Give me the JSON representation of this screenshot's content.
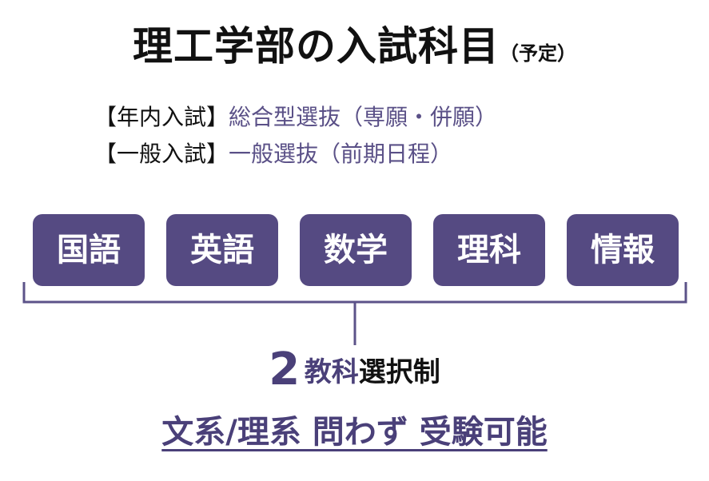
{
  "title": {
    "main": "理工学部の入試科目",
    "note": "（予定）"
  },
  "exams": [
    {
      "label": "【年内入試】",
      "value": "総合型選抜（専願・併願）"
    },
    {
      "label": "【一般入試】",
      "value": "一般選抜（前期日程）"
    }
  ],
  "subjects": [
    "国語",
    "英語",
    "数学",
    "理科",
    "情報"
  ],
  "choice": {
    "number": "2",
    "unit": "教科",
    "system": "選択制"
  },
  "tagline": "文系/理系 問わず 受験可能",
  "colors": {
    "accent": "#554a82",
    "accent_text": "#4a4079",
    "exam_value": "#5a5087",
    "bracket": "#5c5389"
  }
}
